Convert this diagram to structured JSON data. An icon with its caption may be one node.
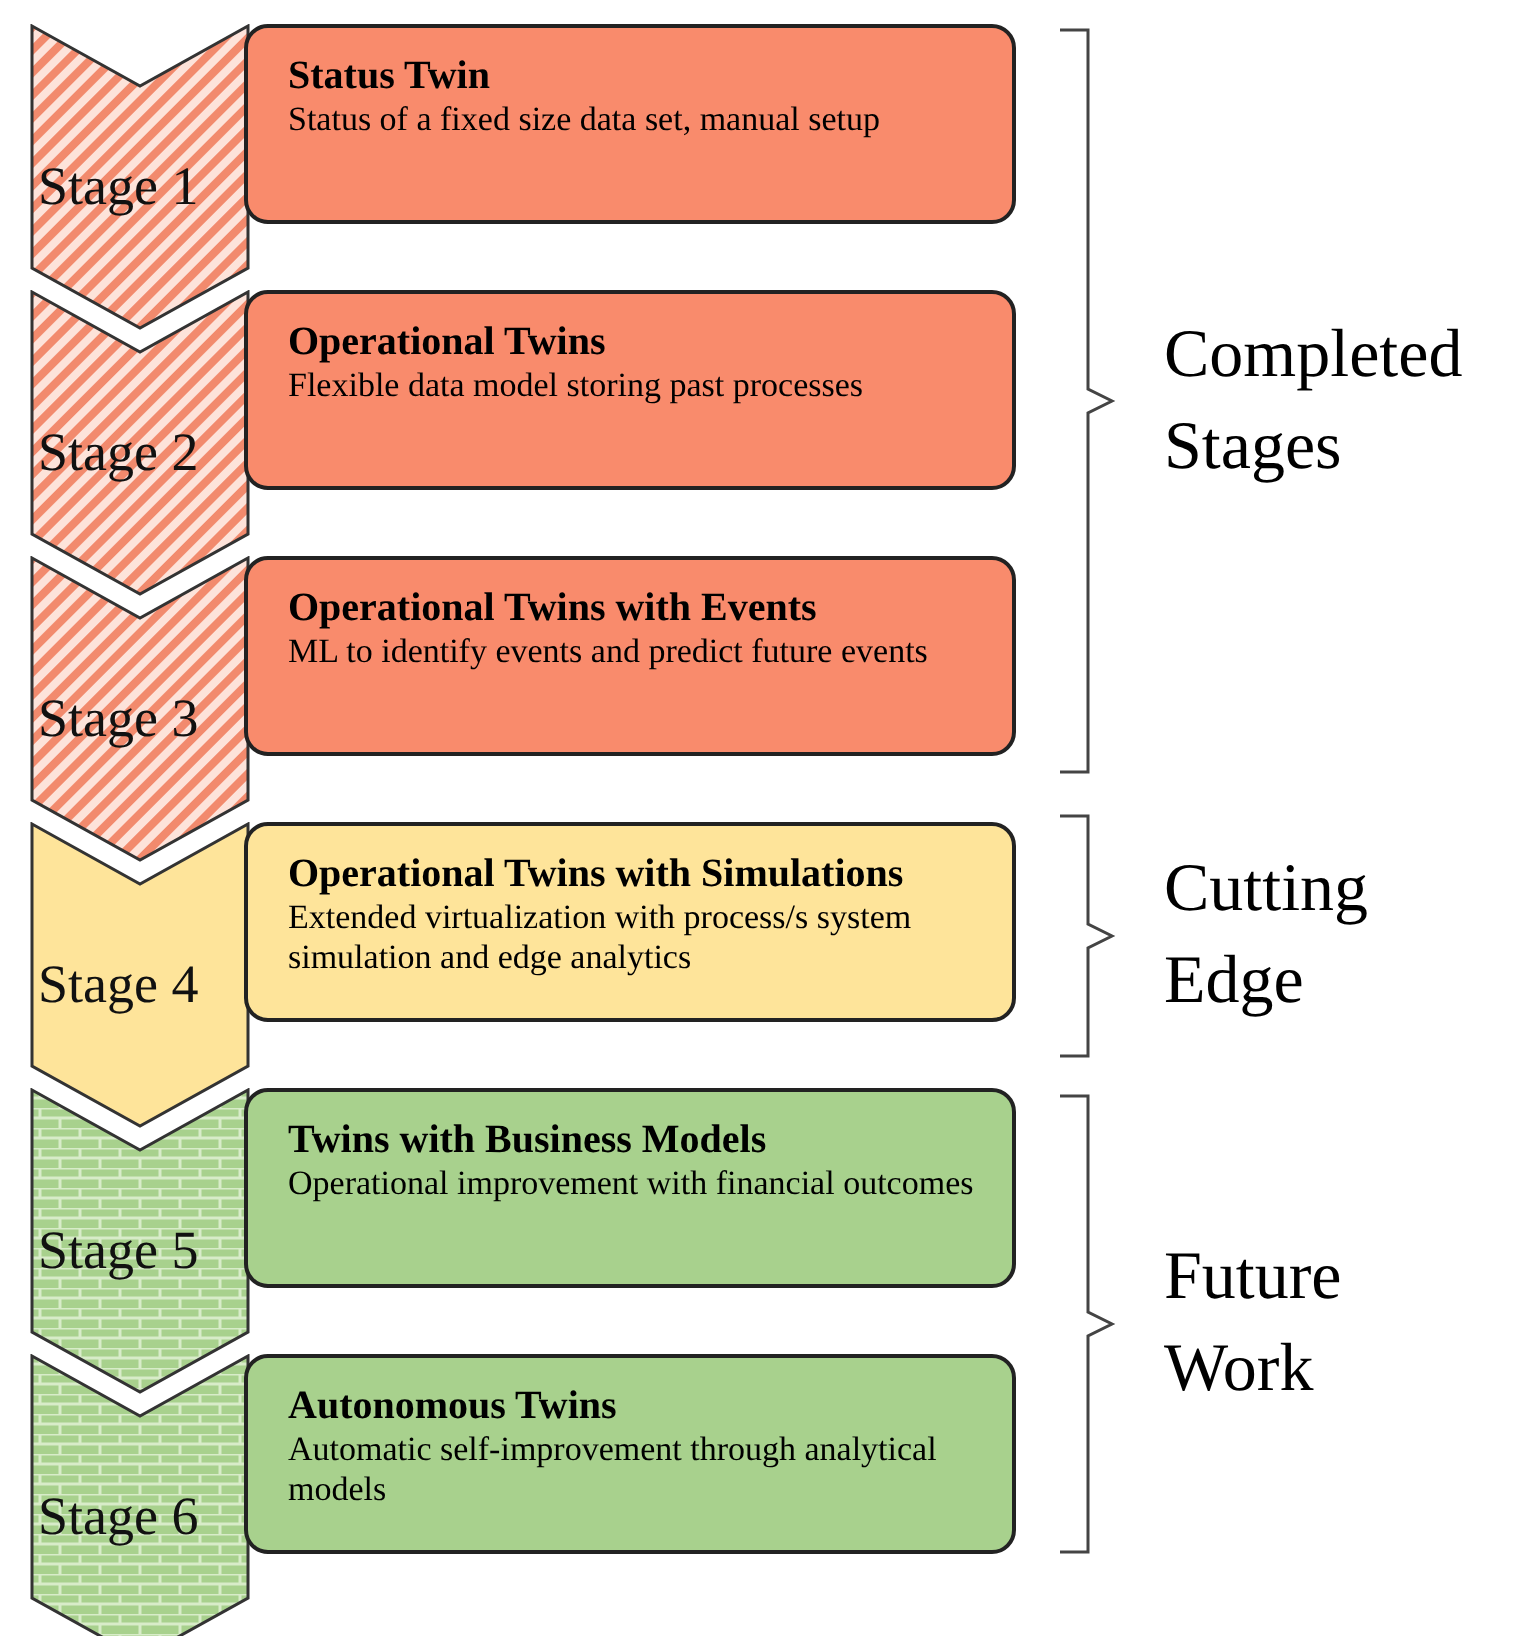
{
  "diagram": {
    "nodes": [
      {
        "text": [
          "Stage 1"
        ]
      },
      {
        "text": [
          "Status Twin",
          "Status of a fixed size data set, manual setup"
        ]
      },
      {
        "text": [
          "Stage 2"
        ]
      },
      {
        "text": [
          "Operational Twins",
          "Flexible data model storing past processes"
        ]
      },
      {
        "text": [
          "Stage 3"
        ]
      },
      {
        "text": [
          "Operational Twins with Events",
          "ML to identify events and predict future events"
        ]
      },
      {
        "text": [
          "Stage 4"
        ]
      },
      {
        "text": [
          "Operational Twins with Simulations",
          "Extended virtualization with process/s system simulation and edge analytics"
        ]
      },
      {
        "text": [
          "Stage 5"
        ]
      },
      {
        "text": [
          "Twins with Business Models",
          "Operational improvement with financial outcomes"
        ]
      },
      {
        "text": [
          "Stage 6"
        ]
      },
      {
        "text": [
          "Autonomous Twins",
          "Automatic self-improvement through analytical models"
        ]
      }
    ],
    "labels": [
      "Completed Stages",
      "Cutting Edge",
      "Future Work"
    ]
  }
}
